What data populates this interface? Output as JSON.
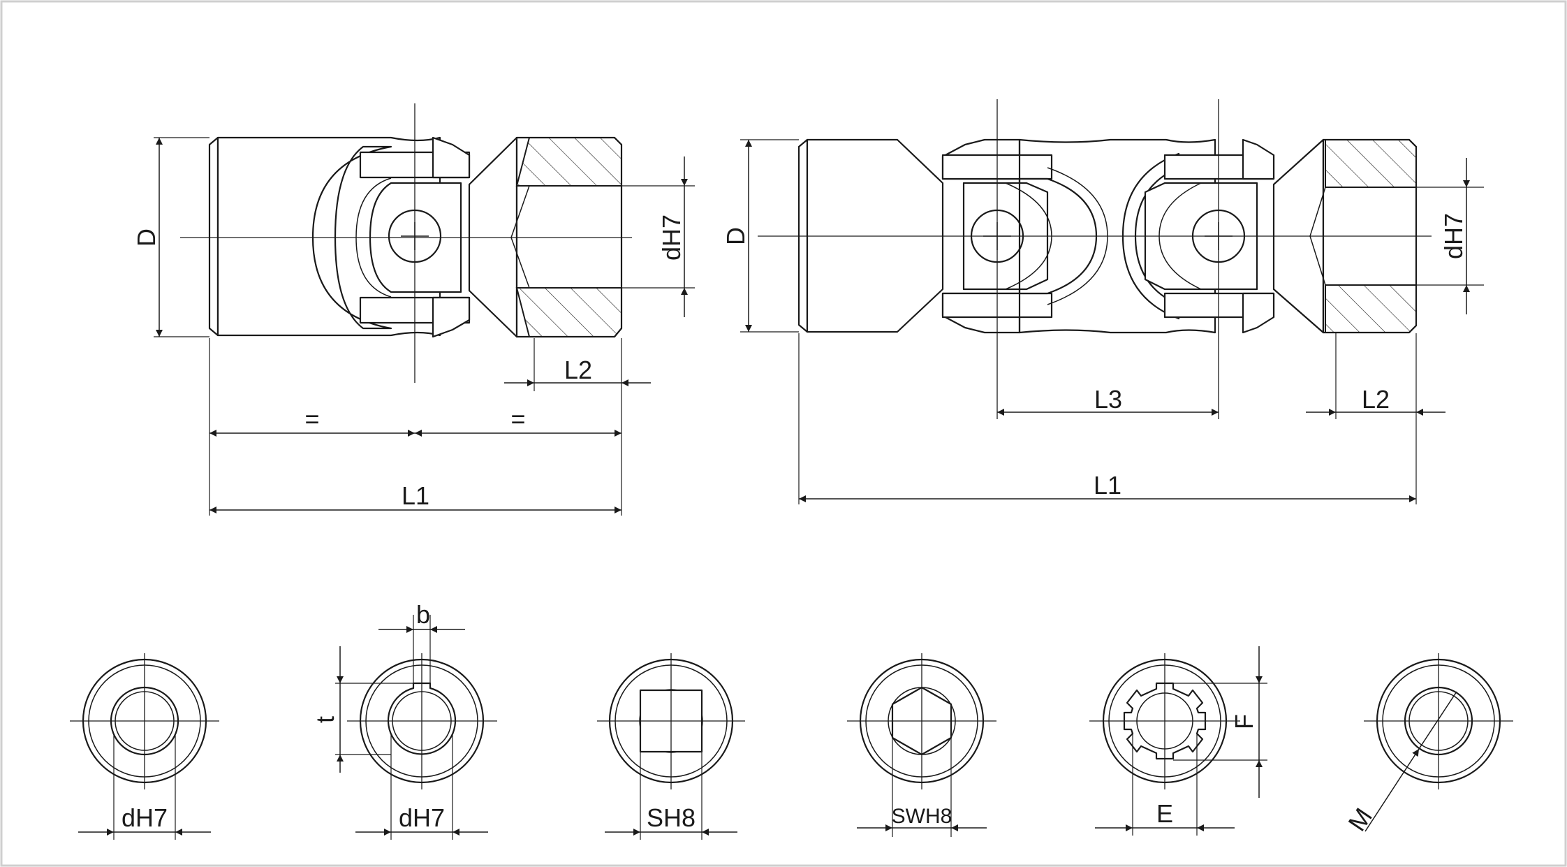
{
  "single_joint": {
    "diameter_label": "D",
    "bore_label": "dH7",
    "length_label": "L1",
    "bore_depth_label": "L2",
    "equal_left_label": "=",
    "equal_right_label": "="
  },
  "double_joint": {
    "diameter_label": "D",
    "bore_label": "dH7",
    "length_label": "L1",
    "bore_depth_label": "L2",
    "joint_distance_label": "L3"
  },
  "end_views": [
    {
      "name": "round-bore",
      "labels": [
        "dH7"
      ]
    },
    {
      "name": "keyway-bore",
      "labels": [
        "dH7",
        "b",
        "t"
      ]
    },
    {
      "name": "square-bore",
      "labels": [
        "SH8"
      ]
    },
    {
      "name": "hex-bore",
      "labels": [
        "SWH8"
      ]
    },
    {
      "name": "spline-bore",
      "labels": [
        "E",
        "F"
      ]
    },
    {
      "name": "threaded-bore",
      "labels": [
        "M"
      ]
    }
  ]
}
